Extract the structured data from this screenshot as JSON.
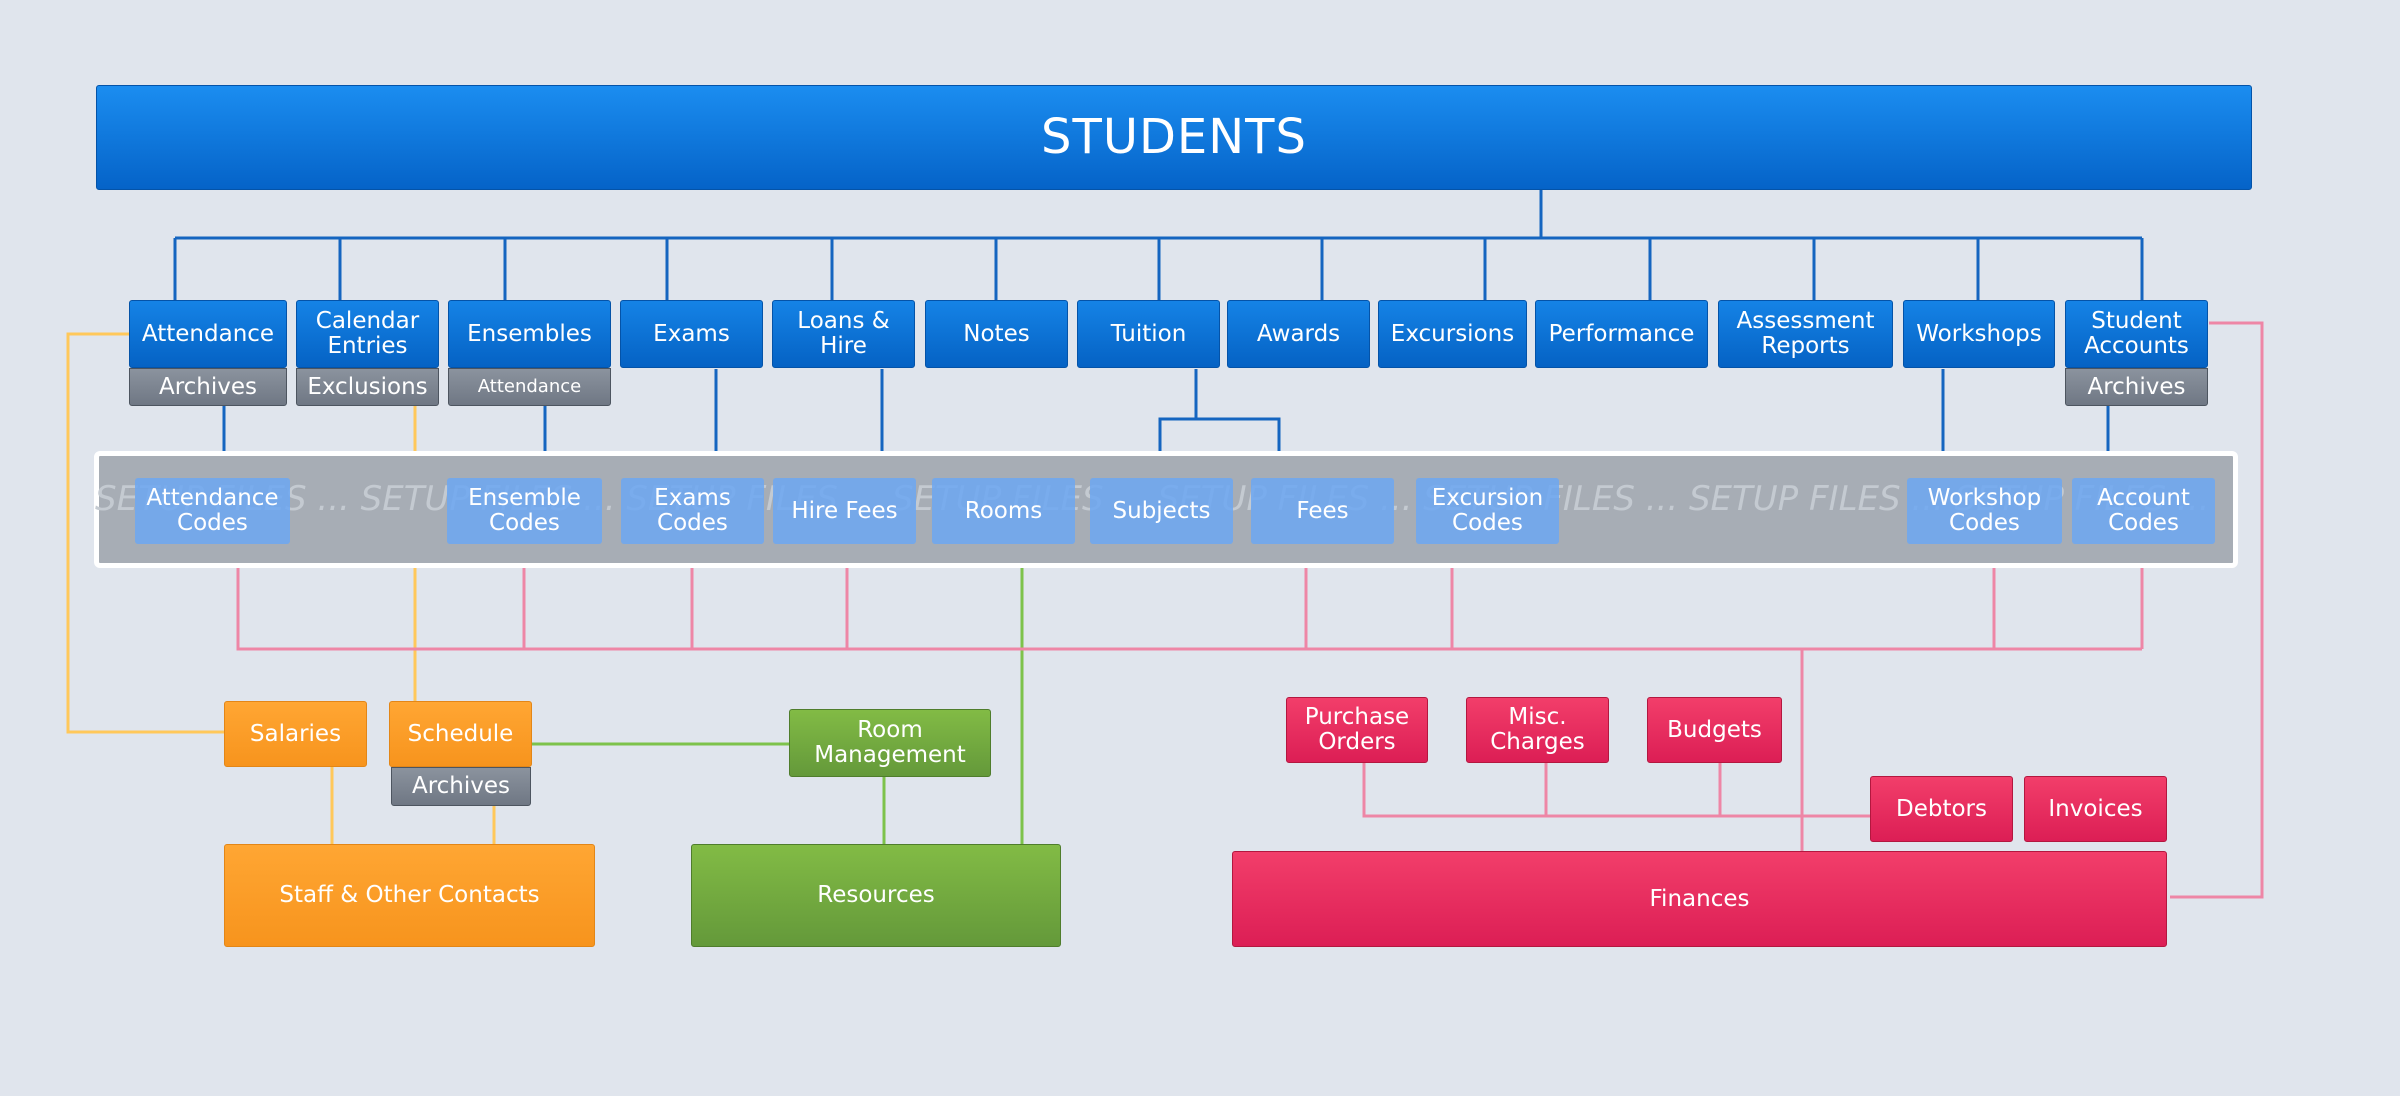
{
  "diagram": {
    "title": "STUDENTS",
    "modules": [
      {
        "id": "attendance",
        "label": "Attendance"
      },
      {
        "id": "calendar",
        "label": "Calendar\nEntries"
      },
      {
        "id": "ensembles",
        "label": "Ensembles"
      },
      {
        "id": "exams",
        "label": "Exams"
      },
      {
        "id": "loans",
        "label": "Loans &\nHire"
      },
      {
        "id": "notes",
        "label": "Notes"
      },
      {
        "id": "tuition",
        "label": "Tuition"
      },
      {
        "id": "awards",
        "label": "Awards"
      },
      {
        "id": "excursions",
        "label": "Excursions"
      },
      {
        "id": "performance",
        "label": "Performance"
      },
      {
        "id": "assessment",
        "label": "Assessment\nReports"
      },
      {
        "id": "workshops",
        "label": "Workshops"
      },
      {
        "id": "student-accounts",
        "label": "Student\nAccounts"
      }
    ],
    "sub_tabs": [
      {
        "id": "attendance-archives",
        "label": "Archives"
      },
      {
        "id": "calendar-exclusions",
        "label": "Exclusions"
      },
      {
        "id": "ensembles-attendance",
        "label": "Attendance"
      },
      {
        "id": "student-accounts-archives",
        "label": "Archives"
      },
      {
        "id": "schedule-archives",
        "label": "Archives"
      }
    ],
    "setup_watermark": "SETUP FILES ... SETUP FILES ... SETUP FILES ... SETUP FILES ... SETUP FILES ... SETUP FILES ... SETUP FILES ... SETUP FILES ...",
    "setup_files": [
      {
        "id": "attendance-codes",
        "label": "Attendance\nCodes"
      },
      {
        "id": "ensemble-codes",
        "label": "Ensemble\nCodes"
      },
      {
        "id": "exams-codes",
        "label": "Exams\nCodes"
      },
      {
        "id": "hire-fees",
        "label": "Hire Fees"
      },
      {
        "id": "rooms",
        "label": "Rooms"
      },
      {
        "id": "subjects",
        "label": "Subjects"
      },
      {
        "id": "fees",
        "label": "Fees"
      },
      {
        "id": "excursion-codes",
        "label": "Excursion\nCodes"
      },
      {
        "id": "workshop-codes",
        "label": "Workshop\nCodes"
      },
      {
        "id": "account-codes",
        "label": "Account\nCodes"
      }
    ],
    "staff": {
      "salaries": "Salaries",
      "schedule": "Schedule",
      "contacts": "Staff & Other Contacts"
    },
    "resources": {
      "room_management": "Room\nManagement",
      "resources": "Resources"
    },
    "finances": {
      "purchase_orders": "Purchase\nOrders",
      "misc_charges": "Misc.\nCharges",
      "budgets": "Budgets",
      "debtors": "Debtors",
      "invoices": "Invoices",
      "finances": "Finances"
    },
    "colors": {
      "blue": "#0668cc",
      "blue_line": "#1565c0",
      "orange": "#f7941d",
      "orange_line": "#ffc85a",
      "green": "#6ba33b",
      "green_line": "#7dc24b",
      "pink": "#e8245a",
      "pink_line": "#ee86a6",
      "archive_gray": "#7c8490",
      "background": "#e0e5ed"
    }
  }
}
